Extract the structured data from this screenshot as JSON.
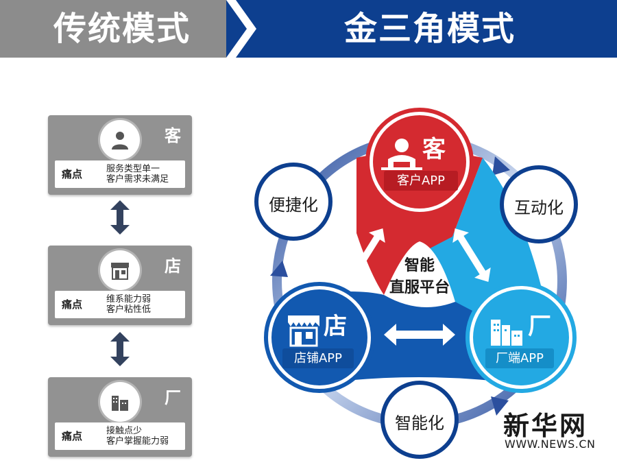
{
  "header": {
    "left_title": "传统模式",
    "right_title": "金三角模式"
  },
  "traditional": {
    "cards": [
      {
        "char": "客",
        "icon": "user-icon",
        "pain_label": "痛点",
        "lines": [
          "服务类型单一",
          "客户需求未满足"
        ]
      },
      {
        "char": "店",
        "icon": "store-icon",
        "pain_label": "痛点",
        "lines": [
          "维系能力弱",
          "客户粘性低"
        ]
      },
      {
        "char": "厂",
        "icon": "factory-icon",
        "pain_label": "痛点",
        "lines": [
          "接触点少",
          "客户掌握能力弱"
        ]
      }
    ]
  },
  "golden": {
    "customer": {
      "char": "客",
      "label": "客户APP"
    },
    "store": {
      "char": "店",
      "label": "店铺APP"
    },
    "factory": {
      "char": "厂",
      "label": "厂端APP"
    },
    "center": [
      "智能",
      "直服平台"
    ],
    "features": {
      "convenience": "便捷化",
      "interaction": "互动化",
      "intelligence": "智能化"
    }
  },
  "brand": {
    "name": "新华网",
    "url": "WWW.NEWS.CN"
  },
  "colors": {
    "gray_banner": "#8c8c8c",
    "navy_banner": "#0d3f8f",
    "red": "#d42a30",
    "blue": "#1259b0",
    "cyan": "#23a9e3"
  }
}
